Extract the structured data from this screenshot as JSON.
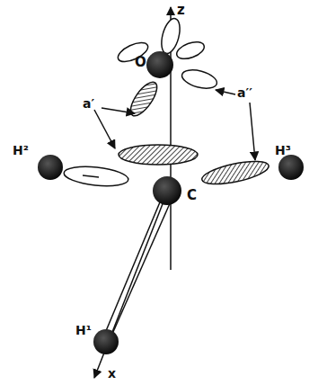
{
  "diagram": {
    "labels": [
      "z",
      "O",
      "a′",
      "a′′",
      "H²",
      "H³",
      "C",
      "H¹",
      "x"
    ]
  }
}
